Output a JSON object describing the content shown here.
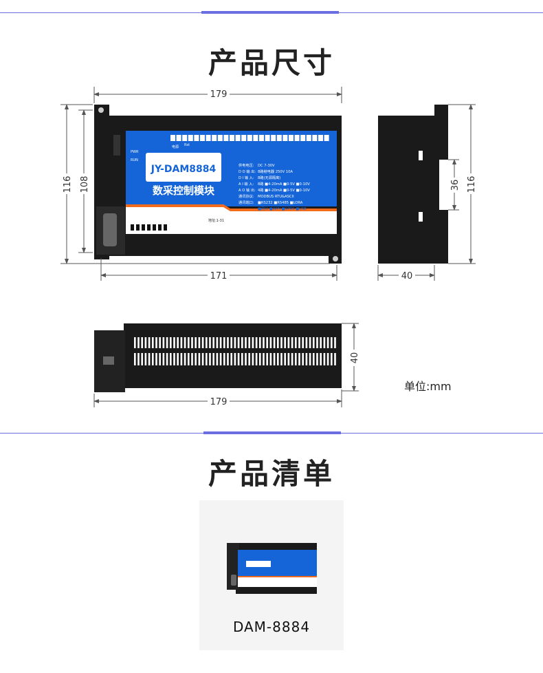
{
  "sections": [
    {
      "title": "产品尺寸"
    },
    {
      "title": "产品清单"
    }
  ],
  "dimensions": {
    "front_width_outer": "179",
    "front_height_outer": "116",
    "front_height_inner": "108",
    "front_width_inner": "171",
    "side_height": "116",
    "side_rail": "36",
    "side_depth": "40",
    "bottom_depth": "40",
    "bottom_width": "179",
    "unit_label": "单位:mm"
  },
  "device": {
    "model": "JY-DAM8884",
    "name": "数采控制模块",
    "led_labels": [
      "PWR",
      "RUN"
    ],
    "power_label": "电源",
    "reset_label": "Rst",
    "address_label": "地址:1-31",
    "specs": [
      {
        "key": "供电电压:",
        "value": "DC 7-30V"
      },
      {
        "key": "D O 输 出:",
        "value": "8路继电器 250V 10A"
      },
      {
        "key": "D I 输 入:",
        "value": "8路(无源隔离)"
      },
      {
        "key": "A I 输 入:",
        "value": "8路 ■4-20mA ■0-5V ■0-10V"
      },
      {
        "key": "A O 输 出:",
        "value": "4路 ■4-20mA ■0-5V ■0-10V"
      },
      {
        "key": "通讯协议:",
        "value": "MODBUS RTU&ASCII"
      },
      {
        "key": "通讯端口:",
        "value": "■RS232 ■RS485 ■LORA"
      },
      {
        "key": "",
        "value": "■网口 ■WIFI ■GPRS ■USB"
      }
    ],
    "accent_blue": "#1565d8",
    "accent_orange": "#f26a1b"
  },
  "product_list": {
    "label": "DAM-8884"
  },
  "colors": {
    "separator": "#6a6ee0",
    "dim_line": "#555555",
    "body": "#1a1a1a"
  }
}
